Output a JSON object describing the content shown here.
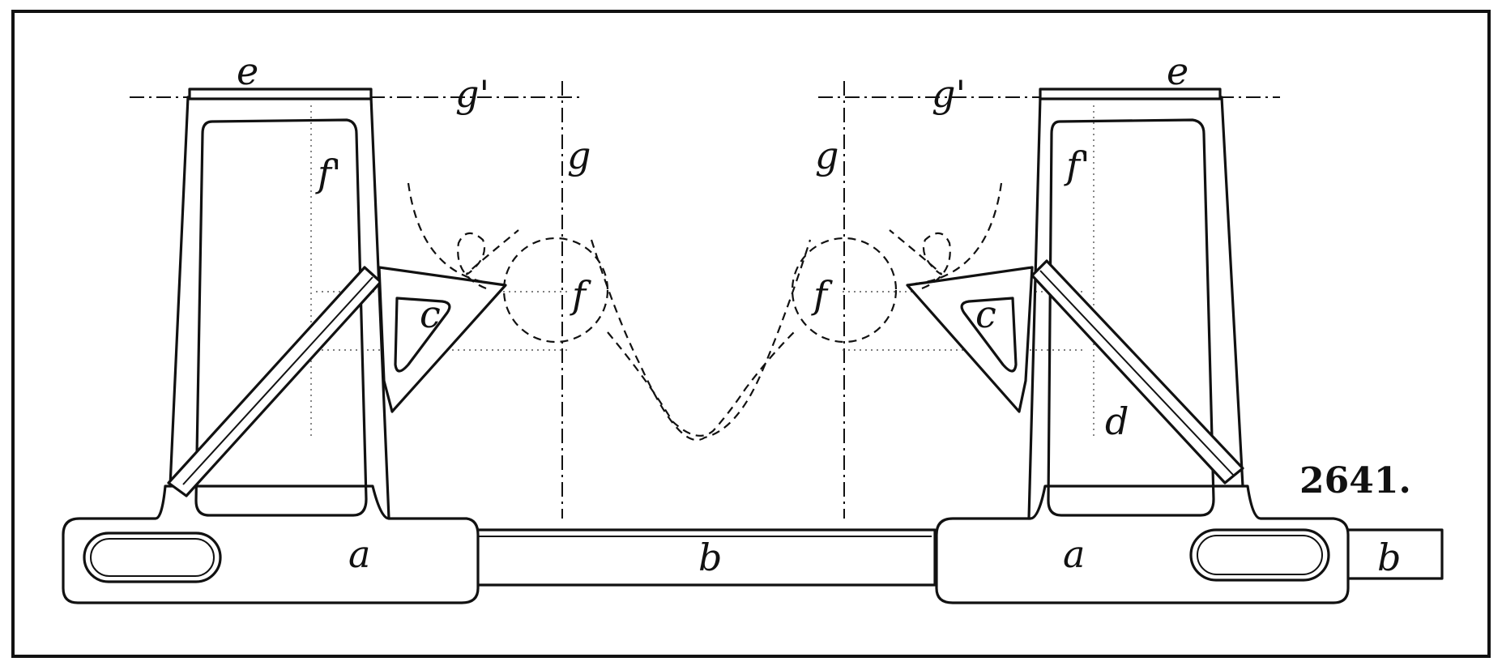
{
  "figure": {
    "number": "2641.",
    "labels": {
      "a_left": "a",
      "a_right": "a",
      "b_center": "b",
      "b_right": "b",
      "c_left": "c",
      "c_right": "c",
      "d": "d",
      "e_left": "e",
      "e_right": "e",
      "f_left": "f",
      "f_right": "f",
      "f1_left": "f'",
      "f1_right": "f'",
      "g_left": "g",
      "g_right": "g",
      "g1_left": "g'",
      "g1_right": "g'"
    }
  }
}
